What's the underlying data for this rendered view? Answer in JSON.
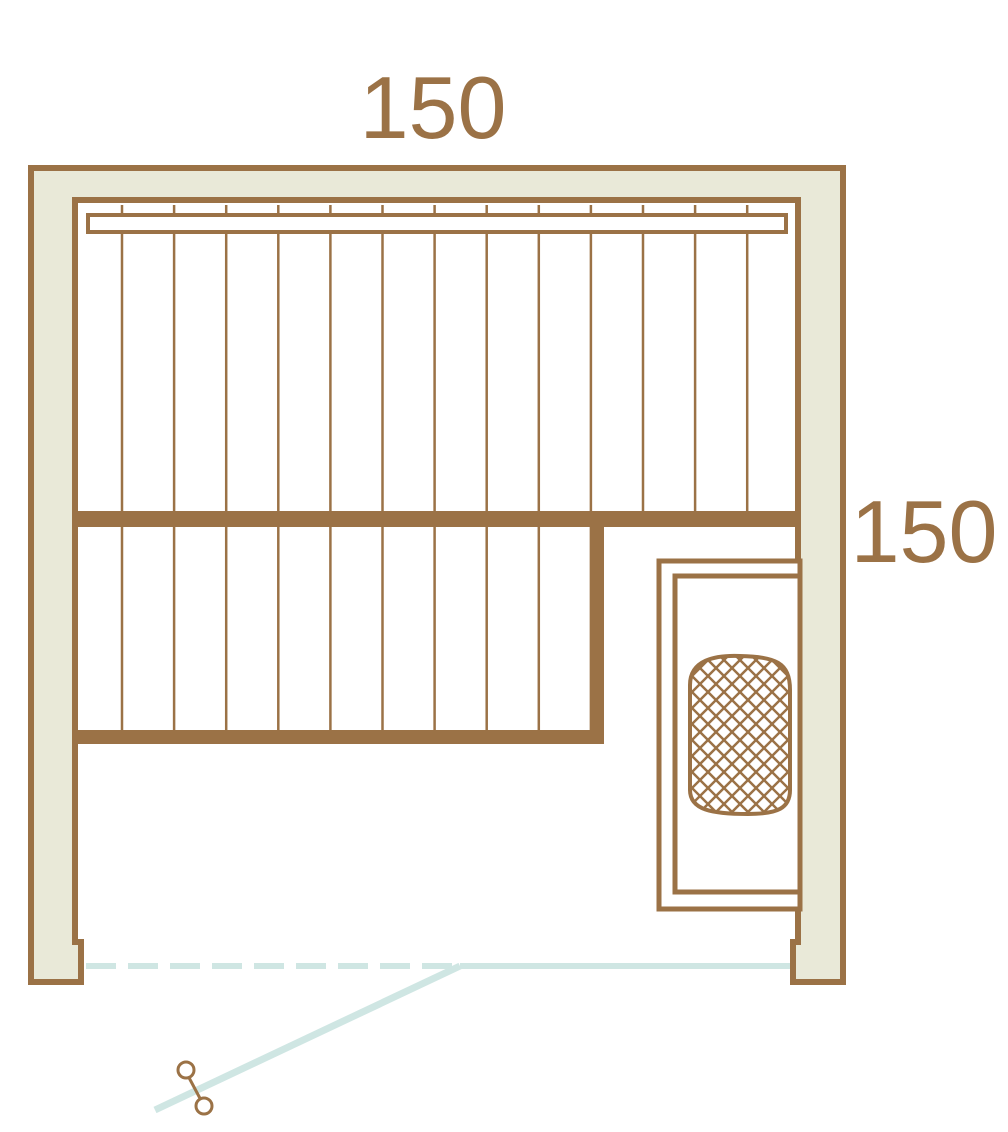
{
  "dimensions": {
    "width_label": "150",
    "depth_label": "150"
  },
  "colors": {
    "wood": "#9b7246",
    "wall_fill": "#e9e9d8",
    "background": "#ffffff",
    "glass": "#cfe6e3"
  },
  "elements": {
    "upper_bench_slats": 13,
    "lower_bench_slats": 10
  }
}
